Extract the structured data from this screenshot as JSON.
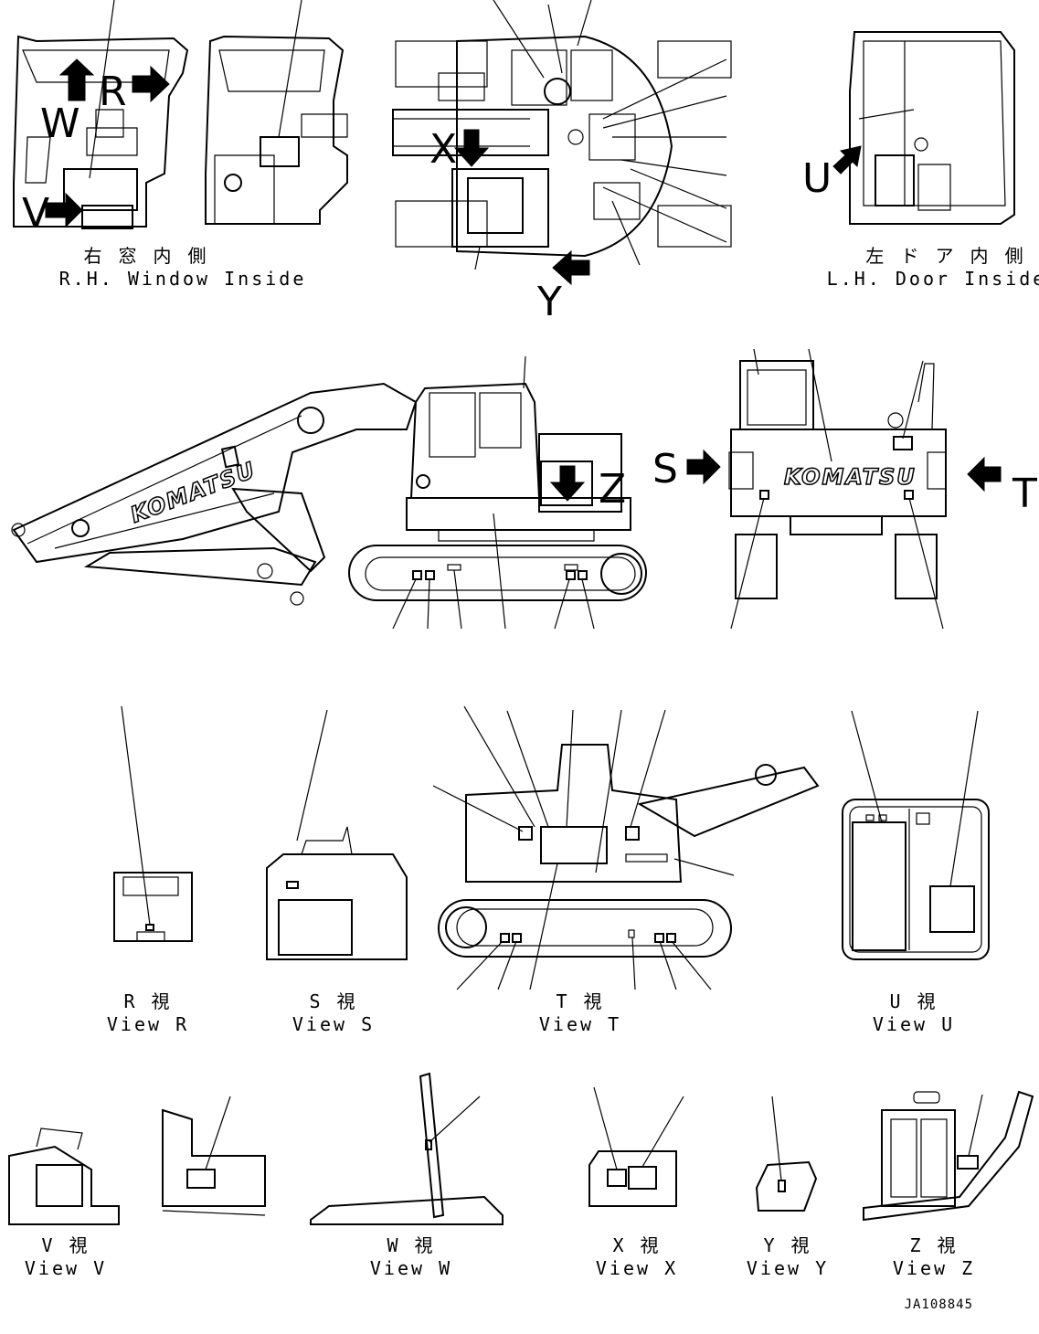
{
  "views": {
    "rh_window": {
      "jp": "右 窓 内 側",
      "en": "R.H. Window Inside"
    },
    "lh_door": {
      "jp": "左 ド ア 内 側",
      "en": "L.H. Door Inside"
    },
    "view_r": {
      "jp": "R  視",
      "en": "View R"
    },
    "view_s": {
      "jp": "S  視",
      "en": "View S"
    },
    "view_t": {
      "jp": "T  視",
      "en": "View T"
    },
    "view_u": {
      "jp": "U  視",
      "en": "View U"
    },
    "view_v": {
      "jp": "V  視",
      "en": "View V"
    },
    "view_w": {
      "jp": "W  視",
      "en": "View W"
    },
    "view_x": {
      "jp": "X  視",
      "en": "View X"
    },
    "view_y": {
      "jp": "Y  視",
      "en": "View Y"
    },
    "view_z": {
      "jp": "Z  視",
      "en": "View Z"
    }
  },
  "markers": {
    "w": "W",
    "r": "R",
    "v": "V",
    "x": "X",
    "y": "Y",
    "u": "U",
    "z": "Z",
    "s": "S",
    "t": "T"
  },
  "brand": {
    "logo": "KOMATSU"
  },
  "drawing_code": "JA108845"
}
